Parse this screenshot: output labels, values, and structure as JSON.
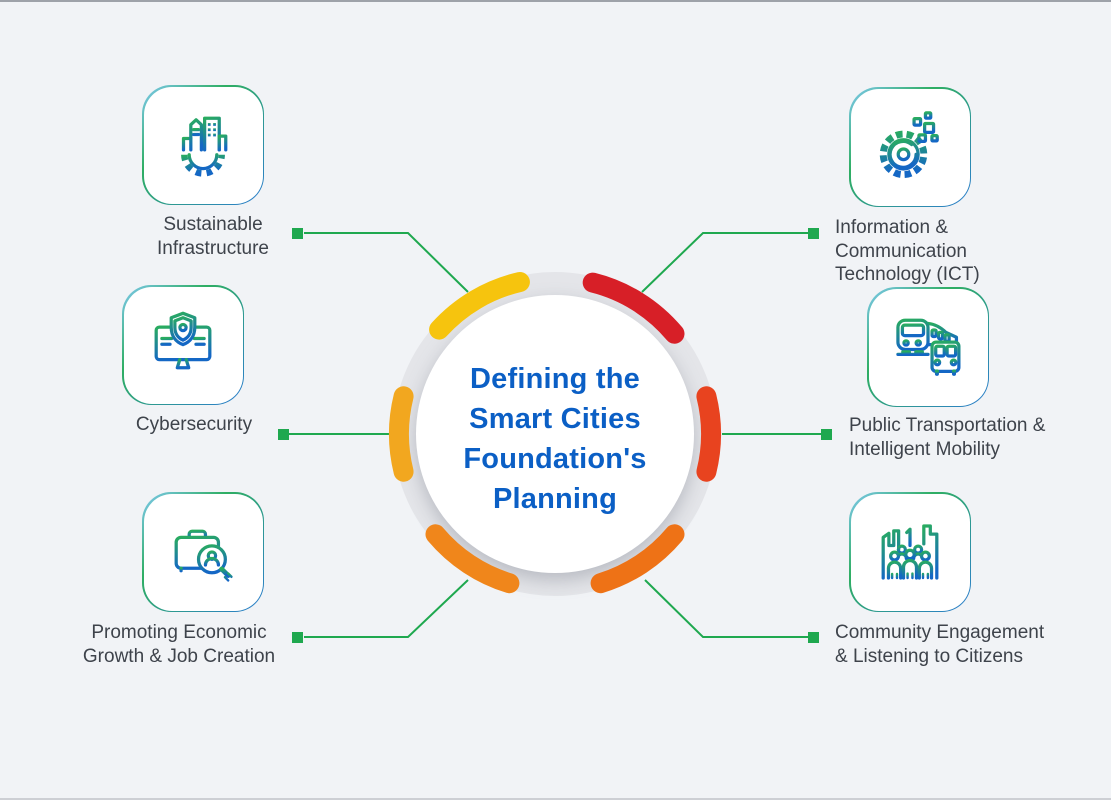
{
  "title": "Defining the\nSmart Cities\nFoundation's\nPlanning",
  "items": [
    {
      "id": "sustainable-infrastructure",
      "label": "Sustainable\nInfrastructure",
      "icon": "buildings-gear-icon"
    },
    {
      "id": "cybersecurity",
      "label": "Cybersecurity",
      "icon": "shield-monitor-icon"
    },
    {
      "id": "economic-growth",
      "label": "Promoting Economic\nGrowth & Job Creation",
      "icon": "briefcase-magnifier-icon"
    },
    {
      "id": "ict",
      "label": "Information &\nCommunication\nTechnology (ICT)",
      "icon": "gear-pixels-icon"
    },
    {
      "id": "public-transportation",
      "label": "Public Transportation &\nIntelligent Mobility",
      "icon": "train-bus-icon"
    },
    {
      "id": "community-engagement",
      "label": "Community Engagement\n& Listening to Citizens",
      "icon": "people-city-icon"
    }
  ],
  "colors": {
    "background": "#F1F3F6",
    "border_top": "#9EA2A9",
    "border_bottom": "#CDCFD4",
    "title_text": "#0B5FC5",
    "label_text": "#3E434B",
    "connector": "#1FA84F",
    "ring": "#E4E5E9",
    "circle_fill": "#FFFFFF",
    "arc_yellow": "#F6C40E",
    "arc_red": "#D71F27",
    "arc_vermilion": "#E8431F",
    "arc_orange": "#EE7216",
    "arc_orange_light": "#F0861B",
    "arc_amber": "#F2A71F",
    "icon_gradient_top": "#29AC5F",
    "icon_gradient_bottom": "#1467C5",
    "card_border_start": "#7FC9EE",
    "card_border_mid": "#2FAE63",
    "card_border_end": "#2C7CD1"
  }
}
